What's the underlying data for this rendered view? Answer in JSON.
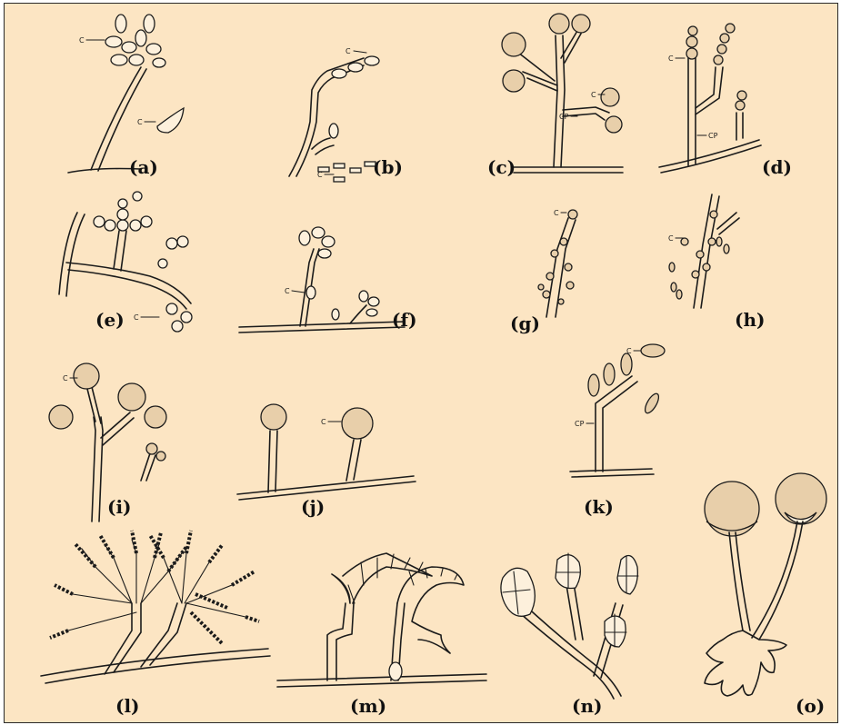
{
  "figure": {
    "panel_labels": [
      "(a)",
      "(b)",
      "(c)",
      "(d)",
      "(e)",
      "(f)",
      "(g)",
      "(h)",
      "(i)",
      "(j)",
      "(k)",
      "(l)",
      "(m)",
      "(n)",
      "(o)"
    ],
    "pointer_labels": {
      "conidium": "C",
      "conidiophore": "CP"
    }
  }
}
